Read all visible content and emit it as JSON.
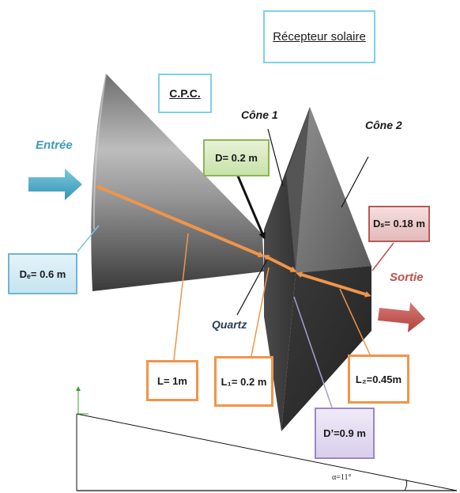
{
  "title": "Récepteur solaire",
  "cpc_label": "C.P.C.",
  "inlet_label": "Entrée",
  "outlet_label": "Sortie",
  "cone1_label": "Cône 1",
  "cone2_label": "Cône 2",
  "quartz_label": "Quartz",
  "dims": {
    "D": "D= 0.2 m",
    "Ds": "Dₛ= 0.18 m",
    "De": "Dₑ= 0.6 m",
    "L": "L= 1m",
    "L1": "L₁= 0.2 m",
    "L2": "L₂=0.45m",
    "Dprime": "D’=0.9 m"
  },
  "ground": {
    "angle_label": "α=11°"
  },
  "colors": {
    "dimension_arrow": "#f0954a",
    "inlet_arrow": "#4aaec8",
    "outlet_arrow": "#c0504d",
    "frame_border": "#7fd0ea"
  }
}
